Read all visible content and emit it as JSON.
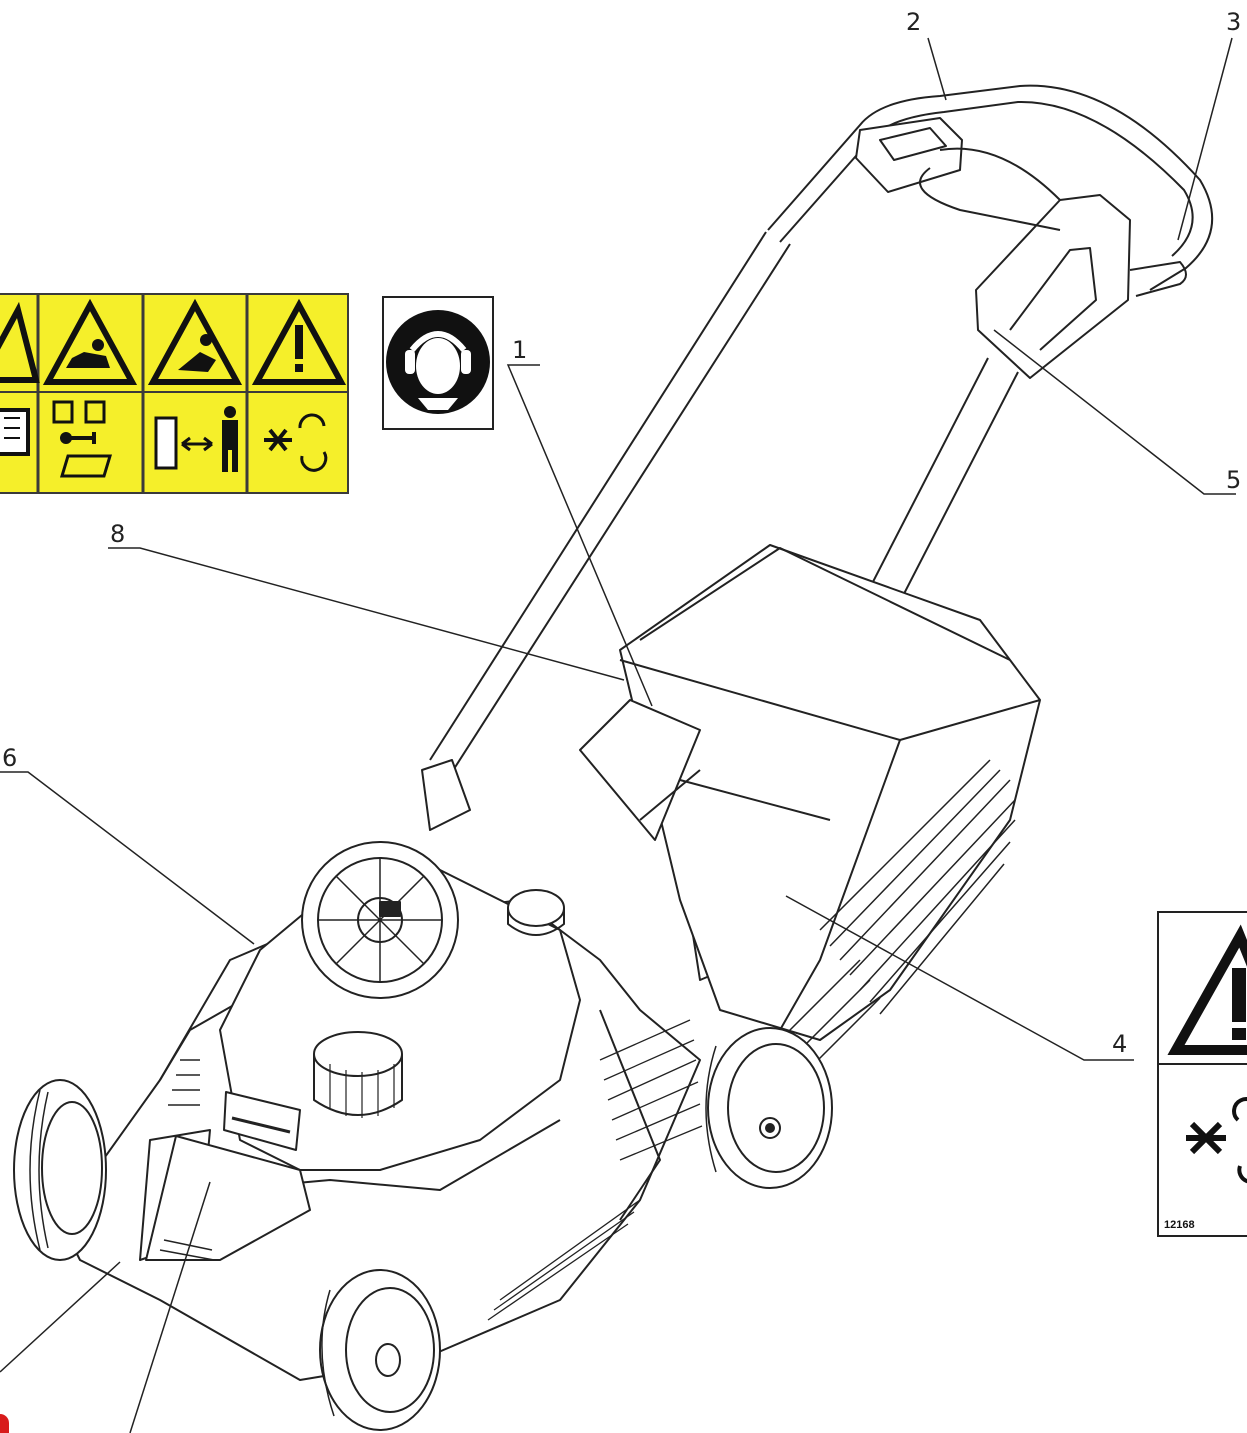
{
  "diagram": {
    "subject": "lawn mower safety label locations",
    "callouts": [
      "1",
      "2",
      "3",
      "4",
      "5",
      "6",
      "8"
    ],
    "decal_code": "12168"
  },
  "colors": {
    "line": "#222222",
    "label_yellow": "#f5ef2a",
    "label_border": "#3a3a3a",
    "black": "#111111",
    "accent_red": "#d81b1b"
  },
  "icons": {
    "warning_strip": [
      "warning-manual-icon",
      "warning-cutting-icon",
      "warning-slip-icon",
      "warning-projectile-icon"
    ],
    "mandatory": "ear-protection-icon",
    "right_decal": [
      "warning-triangle-icon",
      "projectile-rotation-icon"
    ]
  }
}
